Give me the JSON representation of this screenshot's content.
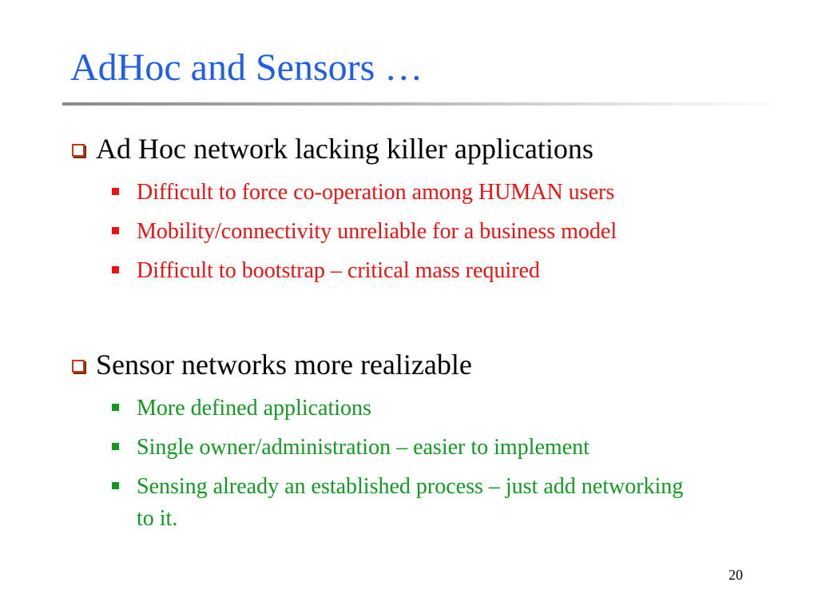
{
  "slide": {
    "title": "AdHoc and Sensors …",
    "page_number": "20",
    "colors": {
      "title": "#1f5fe6",
      "adhoc_sub": "#ee1111",
      "sensor_sub": "#119922",
      "box_icon": "#c23a10"
    },
    "sections": [
      {
        "heading": "Ad Hoc network lacking killer applications",
        "icon": "hollow-box-bullet-icon",
        "items": [
          "Difficult to force co-operation among HUMAN users",
          "Mobility/connectivity unreliable for a business model",
          "Difficult to bootstrap – critical mass required"
        ]
      },
      {
        "heading": "Sensor networks more realizable",
        "icon": "hollow-box-bullet-icon",
        "items": [
          "More defined applications",
          "Single owner/administration – easier to implement",
          "Sensing already an established process – just add networking to it."
        ]
      }
    ]
  }
}
